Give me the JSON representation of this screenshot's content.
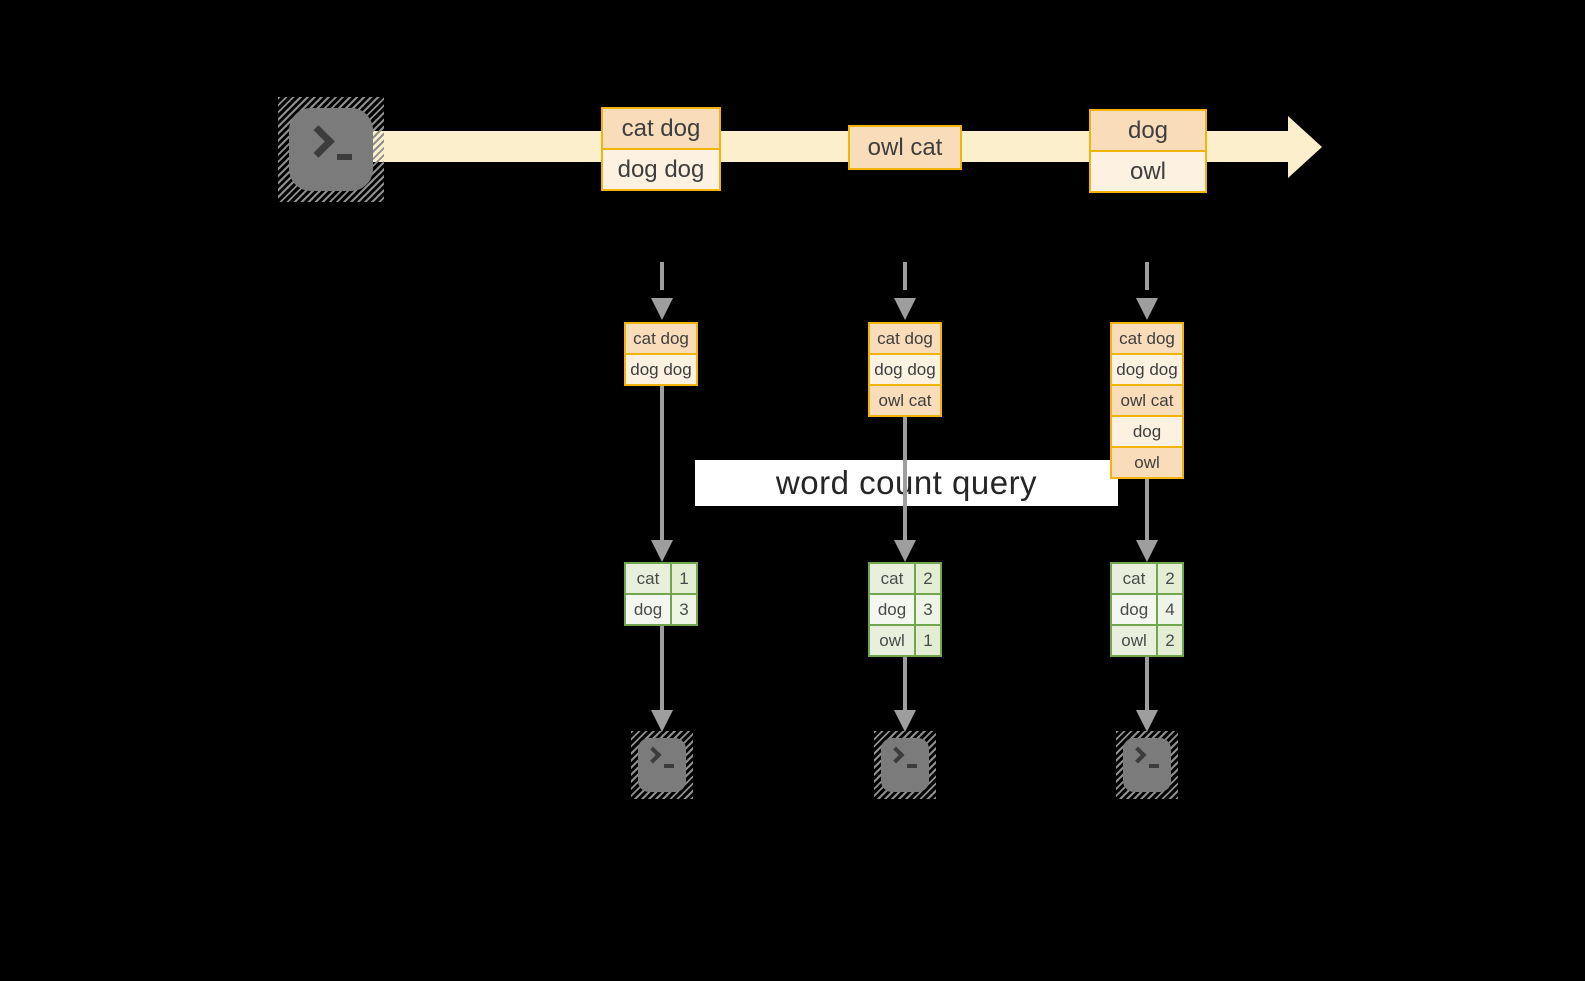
{
  "query_band": {
    "label": "word count query"
  },
  "stream_batches": [
    {
      "records": [
        "cat dog",
        "dog dog"
      ]
    },
    {
      "records": [
        "owl cat"
      ]
    },
    {
      "records": [
        "dog",
        "owl"
      ]
    }
  ],
  "columns": [
    {
      "state_records": [
        "cat dog",
        "dog dog"
      ],
      "counts": [
        {
          "word": "cat",
          "count": "1"
        },
        {
          "word": "dog",
          "count": "3"
        }
      ]
    },
    {
      "state_records": [
        "cat dog",
        "dog dog",
        "owl cat"
      ],
      "counts": [
        {
          "word": "cat",
          "count": "2"
        },
        {
          "word": "dog",
          "count": "3"
        },
        {
          "word": "owl",
          "count": "1"
        }
      ]
    },
    {
      "state_records": [
        "cat dog",
        "dog dog",
        "owl cat",
        "dog",
        "owl"
      ],
      "counts": [
        {
          "word": "cat",
          "count": "2"
        },
        {
          "word": "dog",
          "count": "4"
        },
        {
          "word": "owl",
          "count": "2"
        }
      ]
    }
  ],
  "colors": {
    "background": "#000000",
    "stream_band": "#fbf0cb",
    "orange_border": "#f1b40a",
    "peach_fill": "#f9dcba",
    "cream_fill": "#fdf2e2",
    "green_border": "#71a64e",
    "green_fill": "#e8f0dd",
    "green_fill_light": "#f3f7ef",
    "arrow_gray": "#9e9e9e",
    "terminal_gray": "#7b7b7b",
    "query_band_bg": "#ffffff"
  }
}
